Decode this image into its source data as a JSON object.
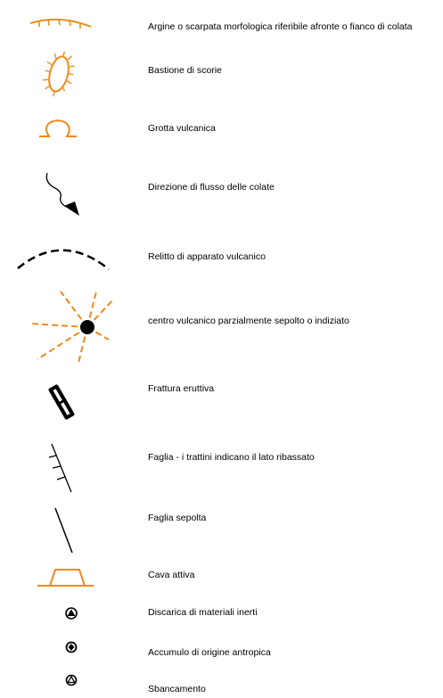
{
  "colors": {
    "orange": "#F08A1C",
    "black": "#000000"
  },
  "legend": {
    "items": [
      {
        "icon": "scarp-edge-icon",
        "label": "Argine o scarpata morfologica riferibile afronte o fianco di colata"
      },
      {
        "icon": "scoria-rampart-icon",
        "label": "Bastione di scorie"
      },
      {
        "icon": "volcanic-cave-icon",
        "label": "Grotta vulcanica"
      },
      {
        "icon": "flow-direction-arrow-icon",
        "label": "Direzione di flusso delle colate"
      },
      {
        "icon": "relict-edifice-dashed-arc-icon",
        "label": "Relitto di apparato vulcanico"
      },
      {
        "icon": "buried-volcanic-center-icon",
        "label": "centro vulcanico parzialmente sepolto o indiziato"
      },
      {
        "icon": "eruptive-fissure-icon",
        "label": "Frattura eruttiva"
      },
      {
        "icon": "fault-ticks-icon",
        "label": "Faglia - i trattini indicano il lato ribassato"
      },
      {
        "icon": "buried-fault-icon",
        "label": "Faglia sepolta"
      },
      {
        "icon": "active-quarry-icon",
        "label": "Cava attiva"
      },
      {
        "icon": "landfill-triangle-icon",
        "label": "Discarica di materiali inerti"
      },
      {
        "icon": "anthropic-accumulation-icon",
        "label": "Accumulo di origine antropica"
      },
      {
        "icon": "excavation-triangle-icon",
        "label": "Sbancamento"
      }
    ]
  }
}
